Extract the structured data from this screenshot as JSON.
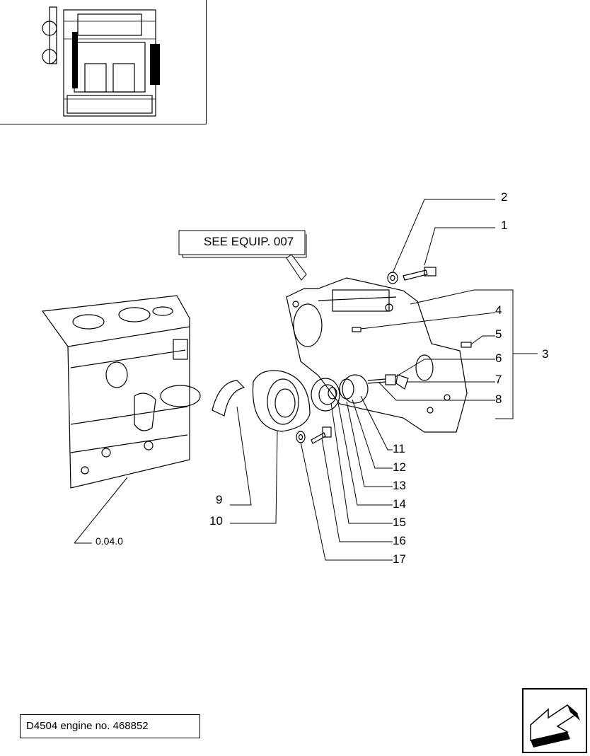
{
  "header": {
    "see_equip_label": "SEE EQUIP. 007"
  },
  "reference_label": "0.04.0",
  "callouts": [
    "1",
    "2",
    "3",
    "4",
    "5",
    "6",
    "7",
    "8",
    "9",
    "10",
    "11",
    "12",
    "13",
    "14",
    "15",
    "16",
    "17"
  ],
  "footer": {
    "engine_label": "D4504 engine no. 468852"
  },
  "nav": {
    "icon": "back-arrow-icon"
  }
}
